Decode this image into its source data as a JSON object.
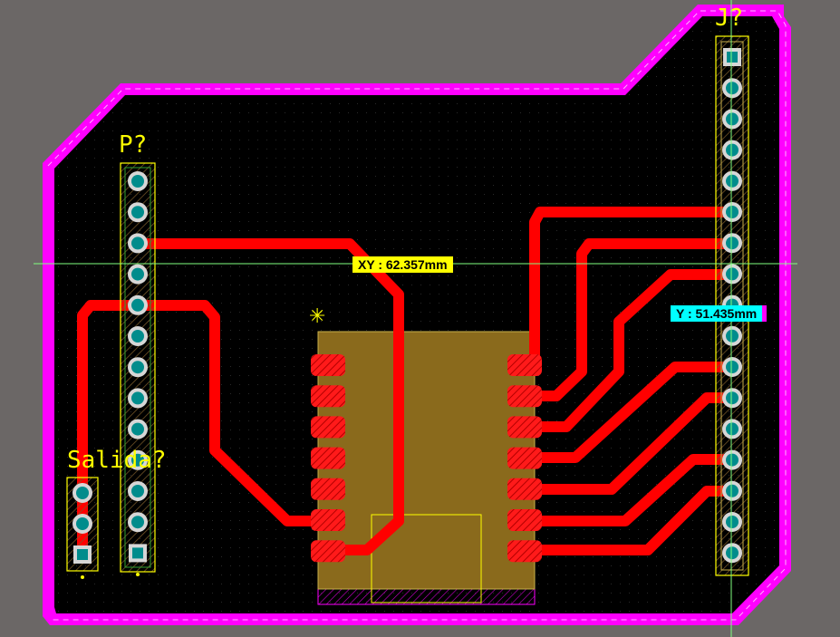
{
  "designators": {
    "power_header": "P?",
    "pin_header": "J?",
    "output_header": "Salida?",
    "pin1_marker": "✳"
  },
  "measurements": {
    "xy_readout": "XY : 62.357mm",
    "y_readout": "Y : 51.435mm",
    "xy_value_mm": 62.357,
    "y_value_mm": 51.435
  },
  "colors": {
    "workspace": "#6b6766",
    "board": "#000000",
    "board_outline": "#ff00ff",
    "top_copper": "#ff0000",
    "silkscreen": "#ffff00",
    "pad_hole": "#00a0a0",
    "component_body": "#8a6a1c",
    "crosshair": "#80ff80"
  },
  "components": {
    "header_j_pin_count": 17,
    "header_p_pin_count": 13,
    "header_salida_pin_count": 3,
    "ic_pads_per_side": 7
  }
}
